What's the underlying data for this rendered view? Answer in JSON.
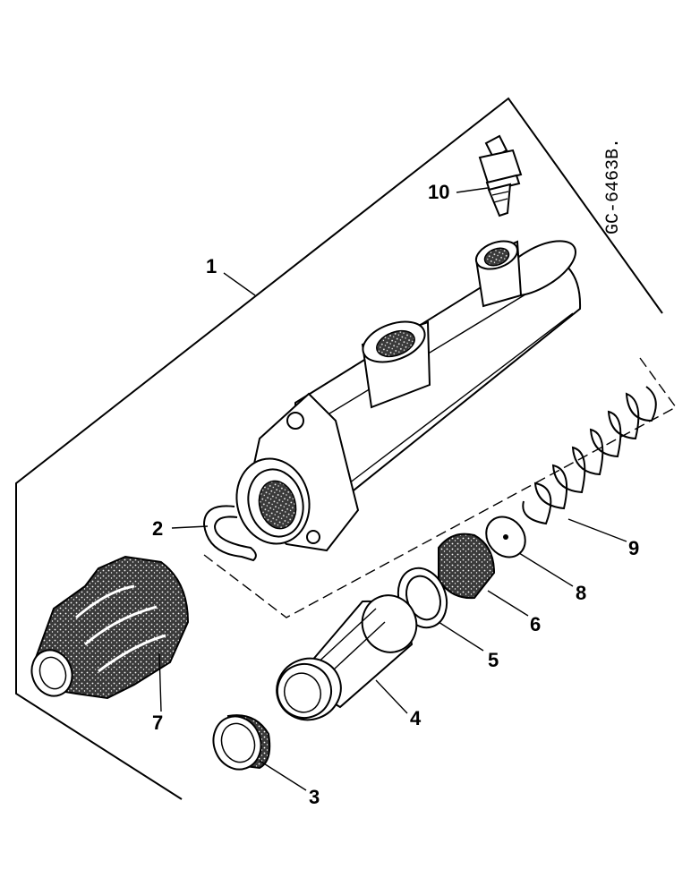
{
  "drawing_reference": "GC-6463B.",
  "callouts": [
    {
      "id": "body",
      "number": "1"
    },
    {
      "id": "circlip",
      "number": "2"
    },
    {
      "id": "seal",
      "number": "3"
    },
    {
      "id": "piston",
      "number": "4"
    },
    {
      "id": "washer",
      "number": "5"
    },
    {
      "id": "cup-seal",
      "number": "6"
    },
    {
      "id": "boot",
      "number": "7"
    },
    {
      "id": "spring-seat",
      "number": "8"
    },
    {
      "id": "spring",
      "number": "9"
    },
    {
      "id": "bleed-screw",
      "number": "10"
    }
  ]
}
